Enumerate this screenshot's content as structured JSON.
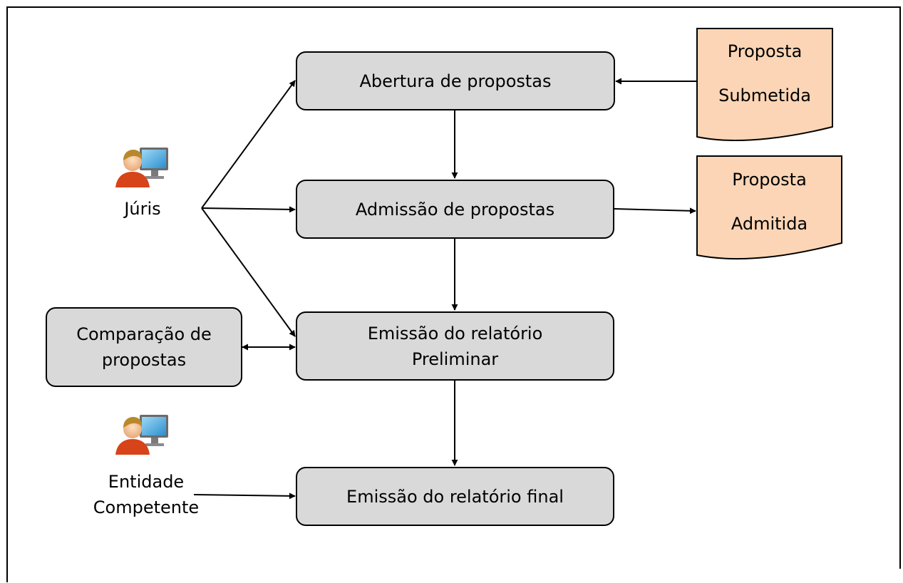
{
  "diagram": {
    "process_boxes": {
      "opening": "Abertura de propostas",
      "admission": "Admissão de propostas",
      "preliminary_line1": "Emissão do relatório",
      "preliminary_line2": "Preliminar",
      "final": "Emissão do relatório final",
      "comparison_line1": "Comparação de",
      "comparison_line2": "propostas"
    },
    "documents": {
      "submitted_line1": "Proposta",
      "submitted_line2": "Submetida",
      "admitted_line1": "Proposta",
      "admitted_line2": "Admitida"
    },
    "actors": {
      "juris": "Júris",
      "entity_line1": "Entidade",
      "entity_line2": "Competente"
    },
    "icons": {
      "actor_icon": "user-computer-icon"
    },
    "colors": {
      "process_fill": "#d9d9d9",
      "document_fill": "#fbd5b5",
      "stroke": "#000000"
    }
  }
}
